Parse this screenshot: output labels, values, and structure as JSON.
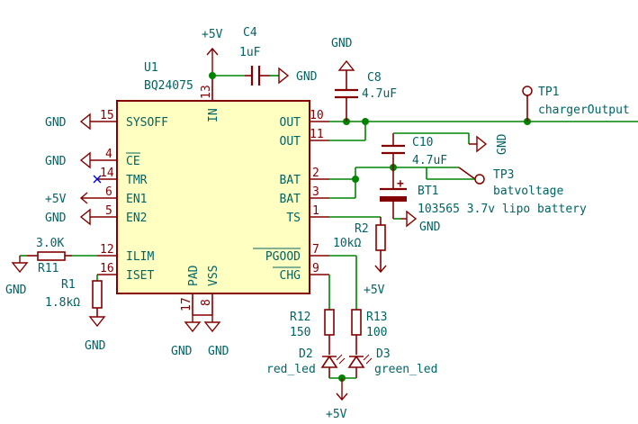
{
  "u1": {
    "ref": "U1",
    "value": "BQ24075",
    "pins_left": [
      {
        "name": "SYSOFF",
        "num": "15",
        "net": "GND"
      },
      {
        "name": "CE",
        "num": "4",
        "net": "GND"
      },
      {
        "name": "TMR",
        "num": "14",
        "net": ""
      },
      {
        "name": "EN1",
        "num": "6",
        "net": "+5V"
      },
      {
        "name": "EN2",
        "num": "5",
        "net": "GND"
      },
      {
        "name": "ILIM",
        "num": "12",
        "net": ""
      },
      {
        "name": "ISET",
        "num": "16",
        "net": ""
      }
    ],
    "pins_right": [
      {
        "name": "OUT",
        "num": "10"
      },
      {
        "name": "OUT",
        "num": "11"
      },
      {
        "name": "BAT",
        "num": "2"
      },
      {
        "name": "BAT",
        "num": "3"
      },
      {
        "name": "TS",
        "num": "1"
      },
      {
        "name": "PGOOD",
        "num": "7"
      },
      {
        "name": "CHG",
        "num": "9"
      }
    ],
    "pin_in": {
      "name": "IN",
      "num": "13"
    },
    "pin_pad": {
      "name": "PAD",
      "num": "17"
    },
    "pin_vss": {
      "name": "VSS",
      "num": "8"
    }
  },
  "c4": {
    "ref": "C4",
    "value": "1uF"
  },
  "c8": {
    "ref": "C8",
    "value": "4.7uF"
  },
  "c10": {
    "ref": "C10",
    "value": "4.7uF"
  },
  "r11": {
    "ref": "R11",
    "value": "3.0K"
  },
  "r1": {
    "ref": "R1",
    "value": "1.8kΩ"
  },
  "r2": {
    "ref": "R2",
    "value": "10kΩ"
  },
  "r12": {
    "ref": "R12",
    "value": "150"
  },
  "r13": {
    "ref": "R13",
    "value": "100"
  },
  "d2": {
    "ref": "D2",
    "value": "red_led"
  },
  "d3": {
    "ref": "D3",
    "value": "green_led"
  },
  "bt1": {
    "ref": "BT1",
    "value": "103565 3.7v lipo battery"
  },
  "tp1": {
    "ref": "TP1",
    "value": "chargerOutput"
  },
  "tp3": {
    "ref": "TP3",
    "value": "batvoltage"
  },
  "power": {
    "vcc": "+5V",
    "gnd": "GND",
    "plus": "+"
  }
}
